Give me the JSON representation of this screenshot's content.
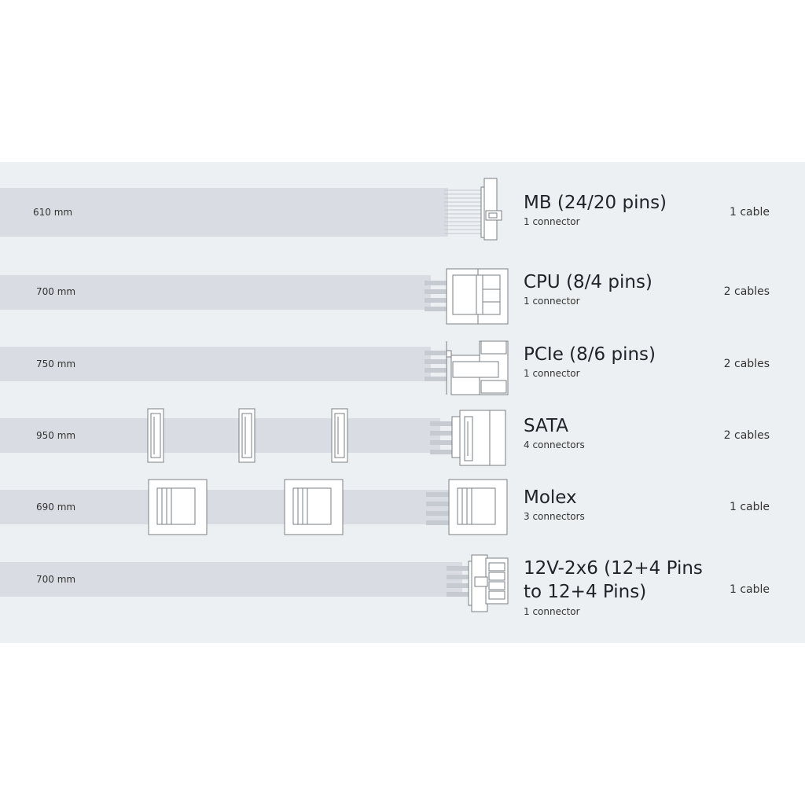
{
  "cables": [
    {
      "length": "610 mm",
      "name": "MB (24/20 pins)",
      "sub": "1 connector",
      "count": "1 cable",
      "icon": "mb-connector-icon"
    },
    {
      "length": "700 mm",
      "name": "CPU (8/4 pins)",
      "sub": "1 connector",
      "count": "2 cables",
      "icon": "cpu-connector-icon"
    },
    {
      "length": "750 mm",
      "name": "PCIe (8/6 pins)",
      "sub": "1 connector",
      "count": "2 cables",
      "icon": "pcie-connector-icon"
    },
    {
      "length": "950 mm",
      "name": "SATA",
      "sub": "4 connectors",
      "count": "2 cables",
      "icon": "sata-connector-icon"
    },
    {
      "length": "690 mm",
      "name": "Molex",
      "sub": "3 connectors",
      "count": "1 cable",
      "icon": "molex-connector-icon"
    },
    {
      "length": "700 mm",
      "name_line1": "12V-2x6 (12+4 Pins",
      "name_line2": "to 12+4 Pins)",
      "sub": "1 connector",
      "count": "1 cable",
      "icon": "12v-2x6-connector-icon"
    }
  ],
  "colors": {
    "panel": "#edf0f2",
    "band": "#d9dde3",
    "outline": "#7a7f86",
    "wire": "#c6cbd1"
  }
}
